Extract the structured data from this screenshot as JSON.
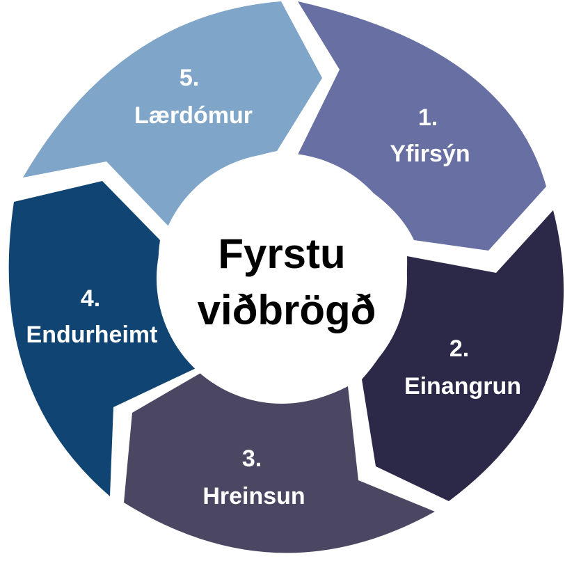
{
  "center": {
    "line1": "Fyrstu",
    "line2": "viðbrögð"
  },
  "steps": [
    {
      "number": "1.",
      "label": "Yfirsýn",
      "color": "#6870a3"
    },
    {
      "number": "2.",
      "label": "Einangrun",
      "color": "#2b2848"
    },
    {
      "number": "3.",
      "label": "Hreinsun",
      "color": "#4b4763"
    },
    {
      "number": "4.",
      "label": "Endurheimt",
      "color": "#104573"
    },
    {
      "number": "5.",
      "label": "Lærdómur",
      "color": "#7fa5c9"
    }
  ]
}
